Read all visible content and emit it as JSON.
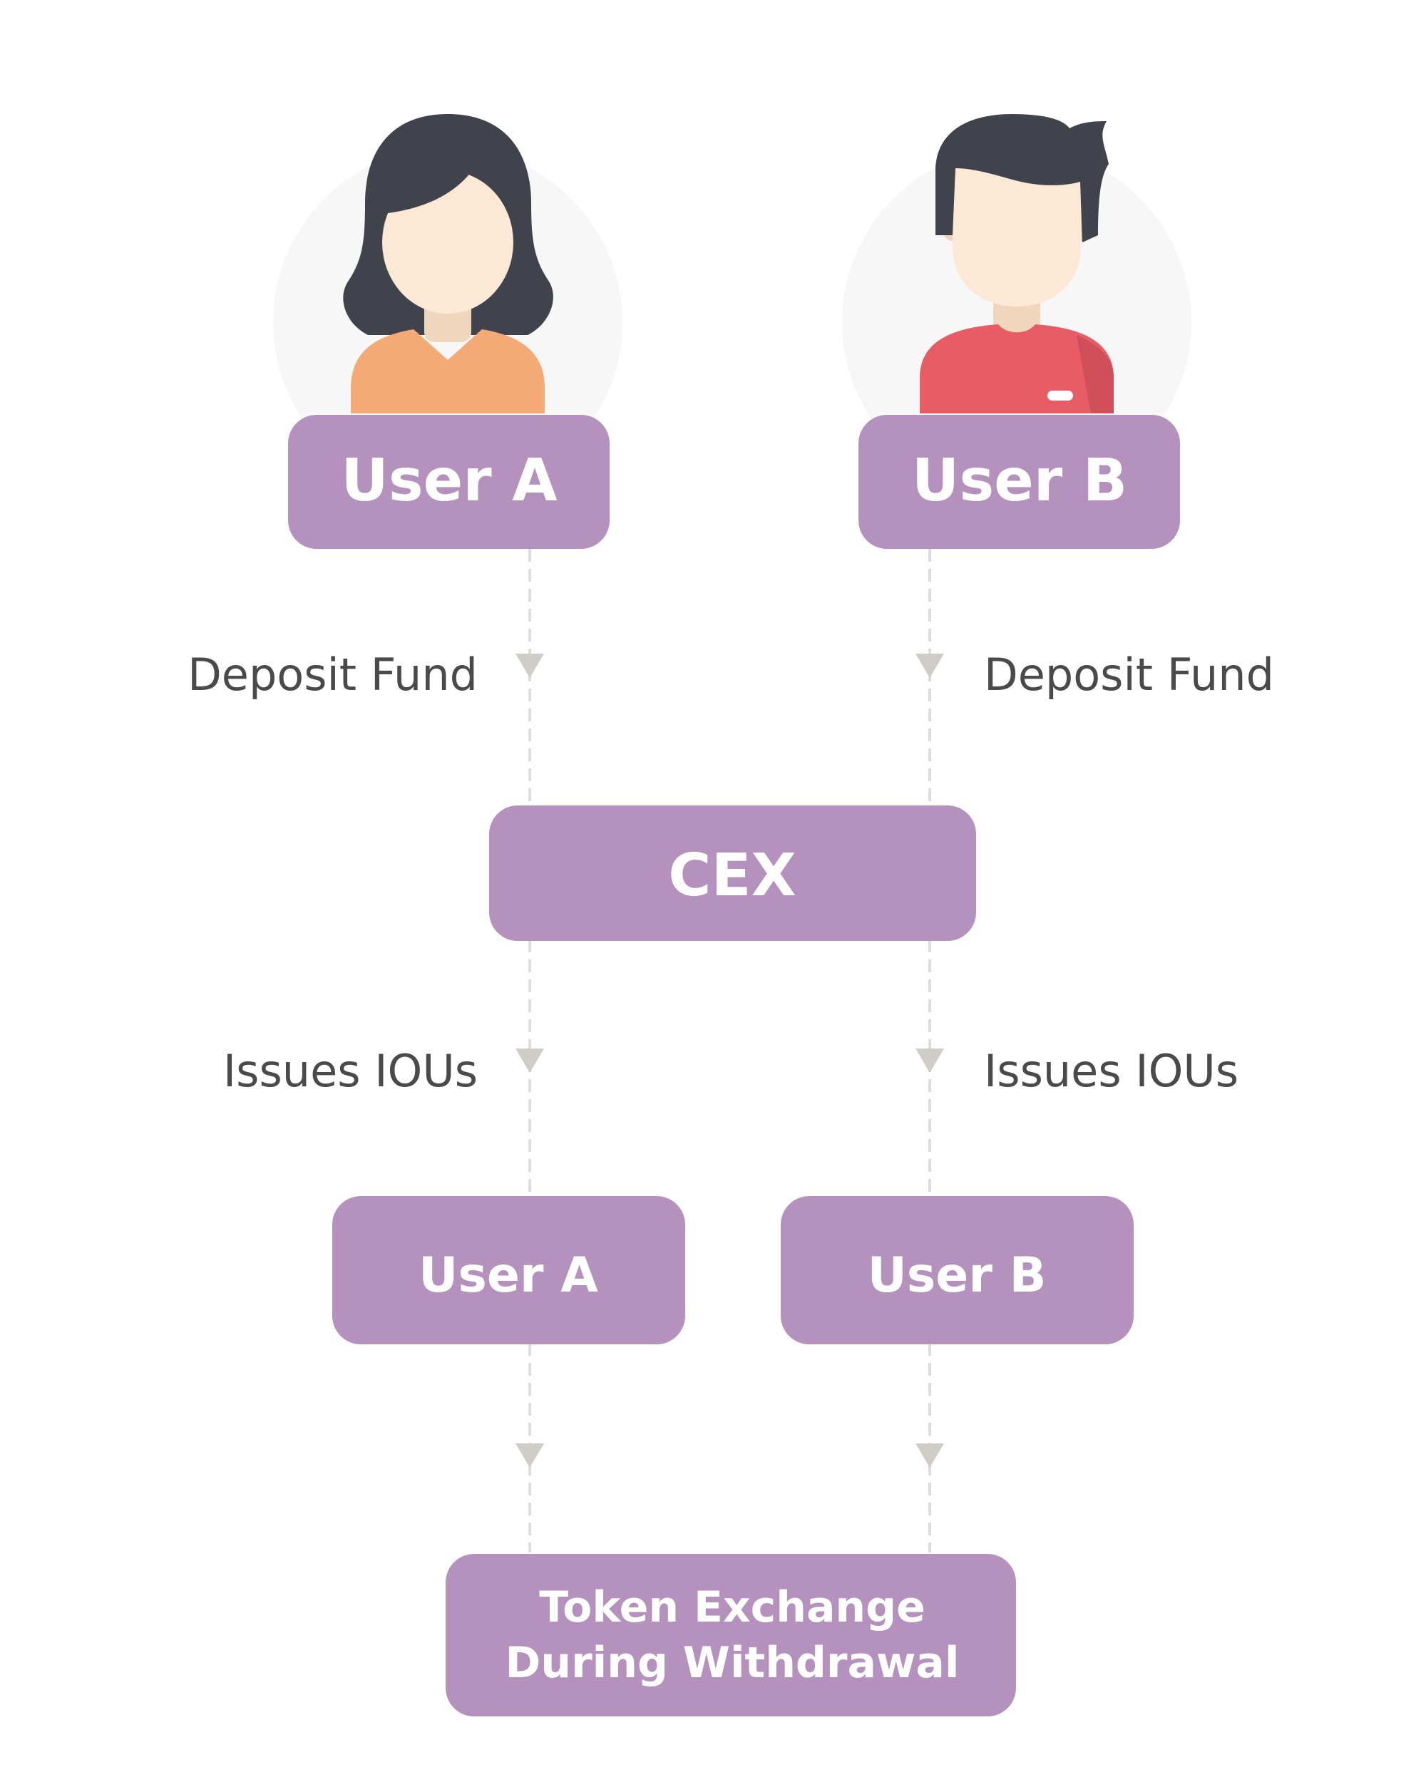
{
  "colors": {
    "node_fill": "#b592bd",
    "node_text": "#ffffff",
    "connector": "#dddddd",
    "arrow": "#d0cdc9",
    "label_text": "#4a4a4a",
    "avatar_bg": "#f7f7f7",
    "hair": "#41434c",
    "skin": "#fbe9d6",
    "shirt_a": "#f3aa75",
    "shirt_b": "#e85c66"
  },
  "avatars": {
    "user_a": {
      "icon": "female-user-icon"
    },
    "user_b": {
      "icon": "male-user-icon"
    }
  },
  "nodes": {
    "user_a_top": "User A",
    "user_b_top": "User B",
    "cex": "CEX",
    "user_a_bottom": "User A",
    "user_b_bottom": "User B",
    "exchange_line1": "Token Exchange",
    "exchange_line2": "During Withdrawal"
  },
  "edges": {
    "deposit_left": "Deposit Fund",
    "deposit_right": "Deposit Fund",
    "iou_left": "Issues IOUs",
    "iou_right": "Issues IOUs"
  }
}
